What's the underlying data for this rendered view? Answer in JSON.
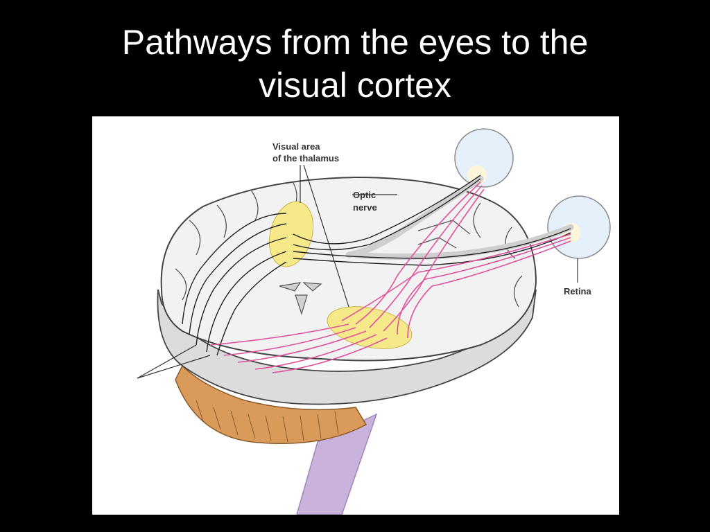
{
  "slide": {
    "title_line1": "Pathways from the eyes to the",
    "title_line2": "visual cortex"
  },
  "diagram": {
    "labels": {
      "thalamus_line1": "Visual area",
      "thalamus_line2": "of the thalamus",
      "optic_line1": "Optic",
      "optic_line2": "nerve",
      "retina": "Retina"
    },
    "colors": {
      "background": "#000000",
      "title_text": "#ffffff",
      "figure_bg": "#ffffff",
      "brain_fill": "#f2f2f2",
      "brain_stroke": "#444444",
      "thalamus_fill": "#f5e98a",
      "pathway_magenta": "#e0529c",
      "pathway_black": "#222222",
      "cerebellum": "#d99a5a",
      "brainstem": "#c9b3dc",
      "eyeball": "#e6f0fa"
    }
  }
}
